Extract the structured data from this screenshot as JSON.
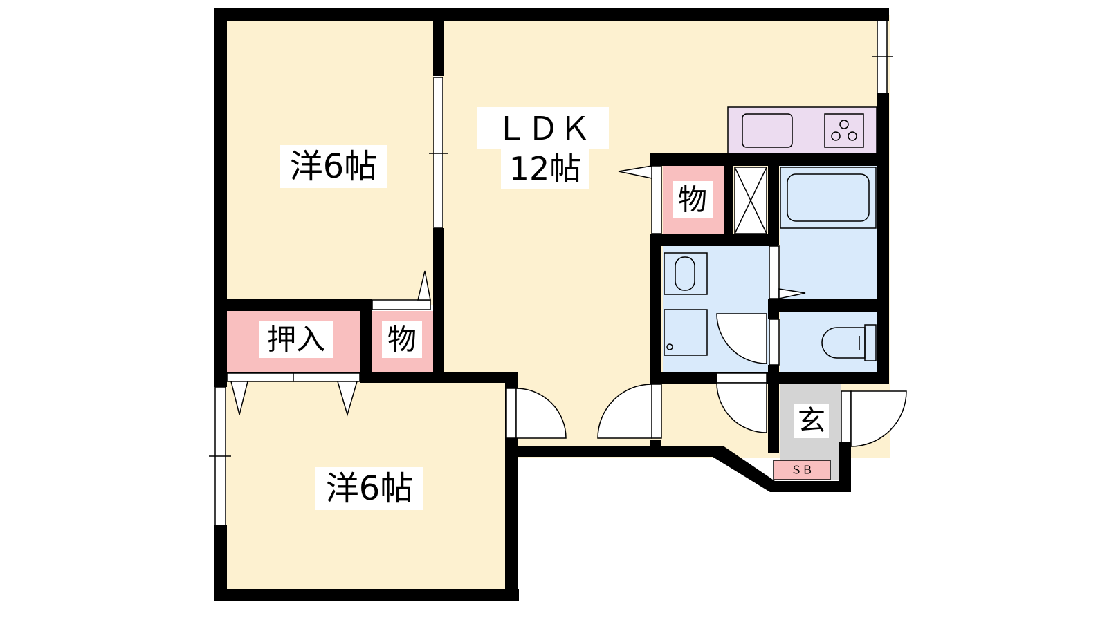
{
  "rooms": {
    "western_north": {
      "label": "洋6帖"
    },
    "ldk": {
      "label_line1": "ＬＤＫ",
      "label_line2": "12帖"
    },
    "western_south": {
      "label": "洋6帖"
    },
    "closet_oshiire": {
      "label": "押入"
    },
    "storage_mid": {
      "label": "物"
    },
    "storage_right": {
      "label": "物"
    },
    "entrance": {
      "label": "玄"
    },
    "shoe_box": {
      "label": "ＳＢ"
    }
  },
  "colors": {
    "room_floor": "#fdf1d0",
    "storage": "#f9bfbf",
    "wet_area": "#d9eafb",
    "kitchen_counter": "#ecdcf0",
    "entrance_floor": "#d4d4d4",
    "wall": "#000000"
  },
  "icons": [
    "sink-icon",
    "stove-icon",
    "bathtub-icon",
    "washbasin-icon",
    "toilet-icon",
    "washer-pan-icon"
  ]
}
